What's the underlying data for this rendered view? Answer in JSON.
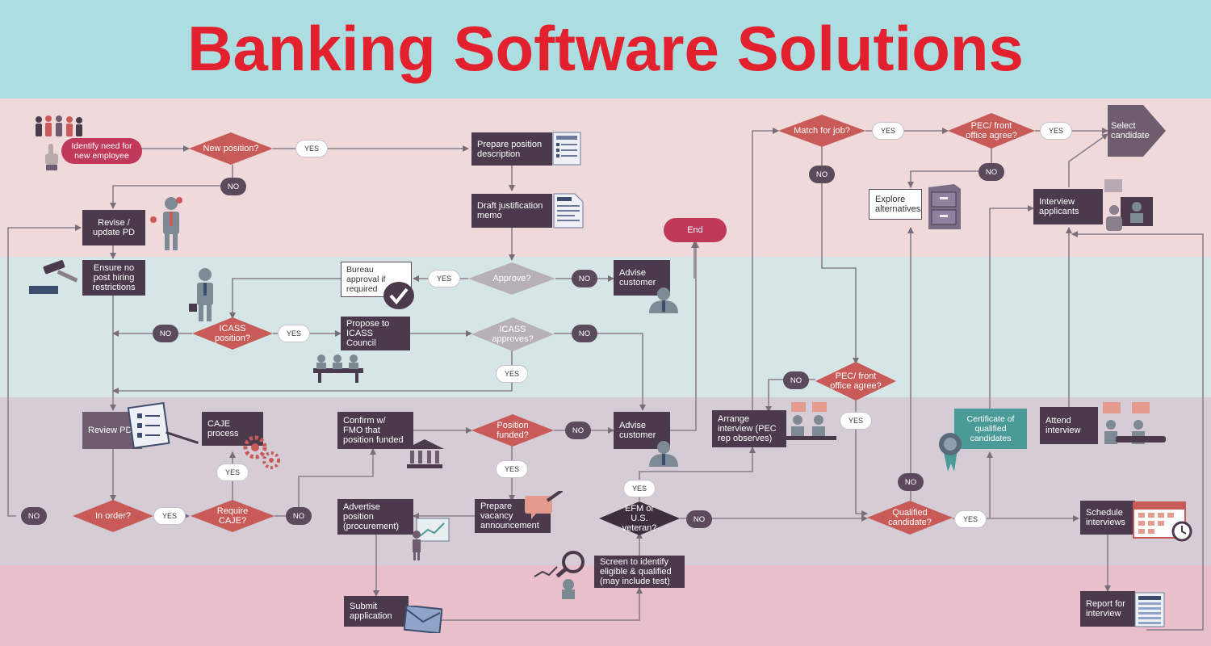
{
  "title": "Banking Software Solutions",
  "colors": {
    "title_band": "#acdde0",
    "lane_1": "#efd9da",
    "lane_2": "#d6e6e7",
    "lane_3": "#d6ccd6",
    "lane_4": "#e9bfcc",
    "process_box": "#4a3a4b",
    "decision_red": "#c85a58",
    "decision_grey": "#b8b0b8",
    "terminal": "#c0395a",
    "certificate": "#4a9a98",
    "title_red": "#e3202d"
  },
  "nodes": {
    "identify_need": "Identify need for new employee",
    "new_position": "New position?",
    "revise_update_pd": "Revise / update PD",
    "prepare_position_description": "Prepare position description",
    "draft_justification_memo": "Draft justification memo",
    "approve": "Approve?",
    "bureau_approval": "Bureau approval if required",
    "advise_customer_1": "Advise customer",
    "end": "End",
    "ensure_no_post_hiring": "Ensure no post hiring restrictions",
    "icass_position": "ICASS position?",
    "propose_icass": "Propose to ICASS Council",
    "icass_approves": "ICASS approves?",
    "review_pd": "Review PD",
    "caje_process": "CAJE process",
    "confirm_fmo": "Confirm w/ FMO that position funded",
    "position_funded": "Position funded?",
    "advise_customer_2": "Advise customer",
    "in_order": "In order?",
    "require_caje": "Require CAJE?",
    "advertise_position": "Advertise position (procurement)",
    "prepare_vacancy": "Prepare vacancy announcement",
    "efm_veteran": "EFM or U.S. veteran?",
    "screen_identify": "Screen to identify eligible & qualified (may include test)",
    "submit_application": "Submit application",
    "match_for_job": "Match for job?",
    "pec_front_office_1": "PEC/ front office agree?",
    "select_candidate": "Select candidate",
    "explore_alternatives": "Explore alternatives",
    "interview_applicants": "Interview applicants",
    "pec_front_office_2": "PEC/ front office agree?",
    "arrange_interview": "Arrange interview (PEC rep observes)",
    "certificate_qualified": "Certificate of qualified candidates",
    "attend_interview": "Attend interview",
    "qualified_candidate": "Qualified candidate?",
    "schedule_interviews": "Schedule interviews",
    "report_for_interview": "Report for interview"
  },
  "labels": {
    "yes": "YES",
    "no": "NO"
  },
  "icons": [
    "people-group-icon",
    "hand-pointer-icon",
    "document-checklist-icon",
    "memo-document-icon",
    "manager-icon",
    "gavel-icon",
    "businessman-icon",
    "approval-check-icon",
    "customer-icon",
    "meeting-table-icon",
    "clipboard-checklist-icon",
    "gears-icon",
    "bank-building-icon",
    "speech-bubble-pen-icon",
    "presenter-chart-icon",
    "magnifier-icon",
    "envelope-icon",
    "filing-cabinet-icon",
    "video-interview-icon",
    "interview-pair-icon",
    "award-ribbon-icon",
    "calendar-clock-icon",
    "report-table-icon"
  ]
}
